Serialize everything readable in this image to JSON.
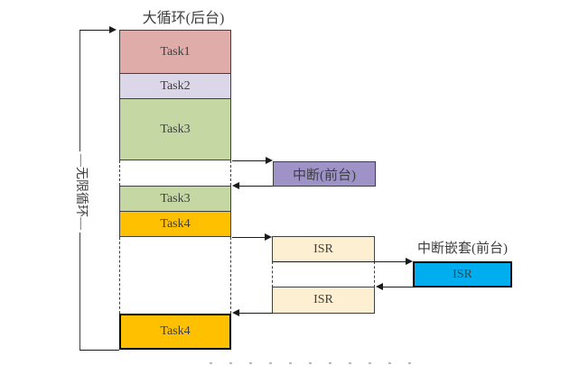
{
  "title": "大循环(后台)",
  "loop_label": "—无限循环—",
  "stack": {
    "task1": "Task1",
    "task2": "Task2",
    "task3_first": "Task3",
    "task3_second": "Task3",
    "task4_first": "Task4",
    "task4_second": "Task4"
  },
  "interrupt": {
    "label": "中断(前台)"
  },
  "isr_column": {
    "isr_first": "ISR",
    "isr_second": "ISR"
  },
  "nested_interrupt": {
    "title": "中断嵌套(前台)",
    "isr_label": "ISR"
  },
  "colors": {
    "task1": "#DFACAA",
    "task2": "#DCD6E9",
    "task3": "#C5D8A4",
    "task4": "#FFC000",
    "interrupt": "#9E92C6",
    "isr": "#FCEFD2",
    "nested_isr": "#00AEEF",
    "border": "#3F3F3F",
    "arrow": "#1A1A1A"
  }
}
